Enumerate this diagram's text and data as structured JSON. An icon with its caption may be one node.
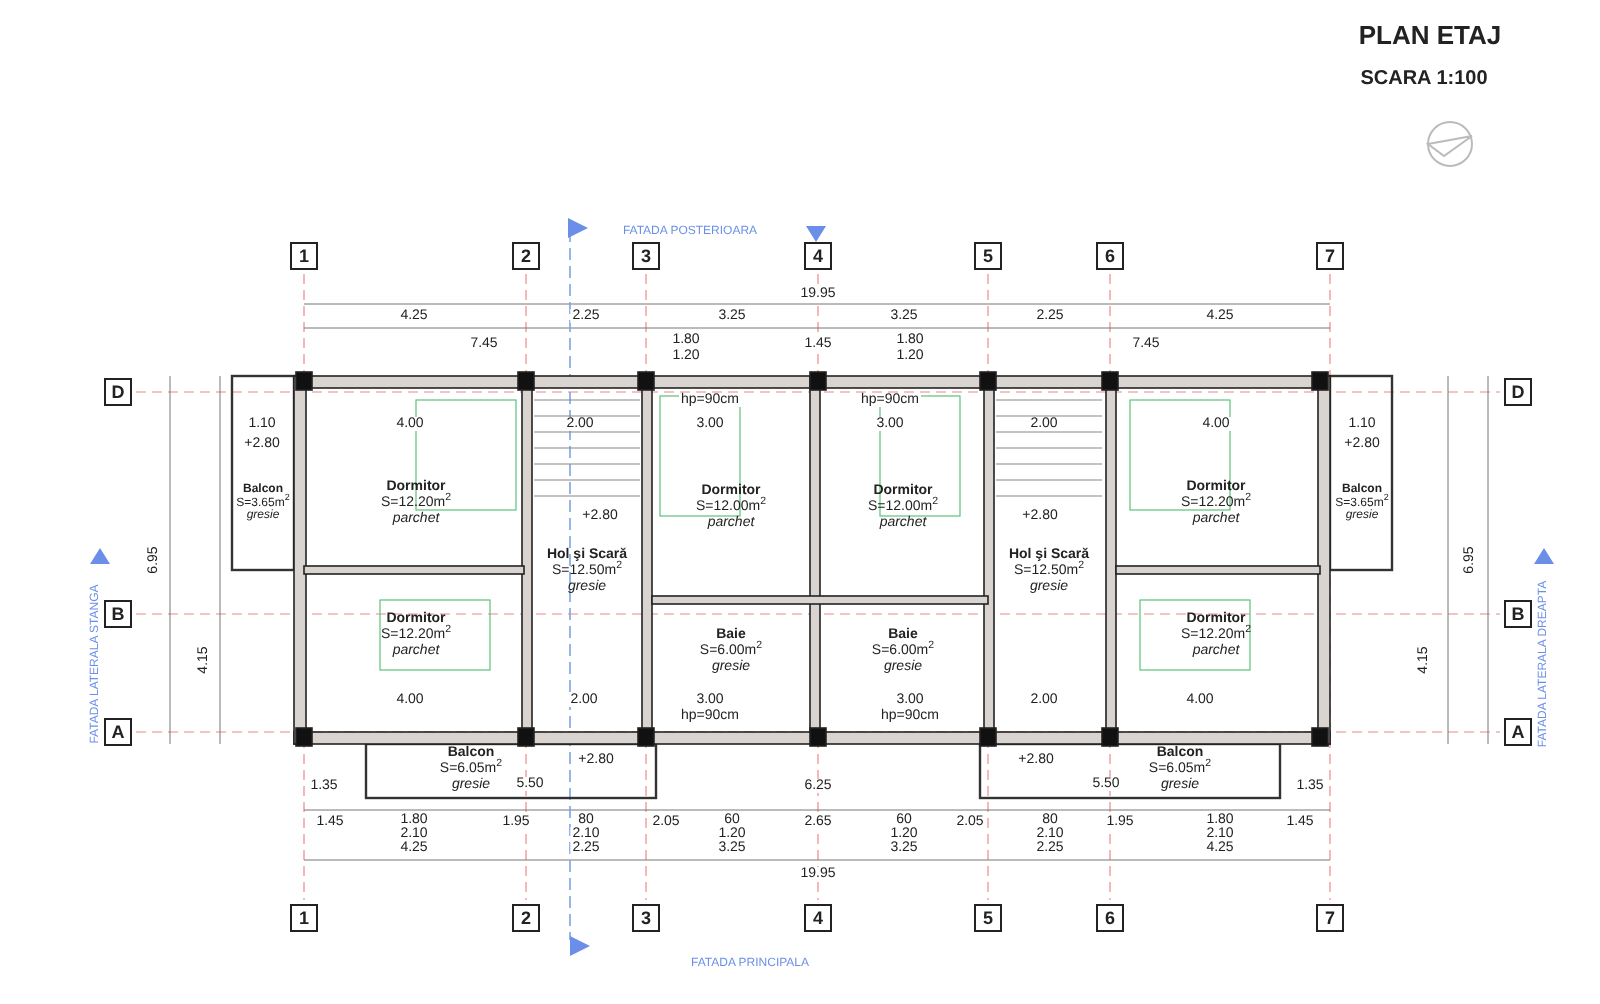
{
  "diagram": {
    "title": "PLAN ETAJ",
    "nodes": [
      {
        "text": [
          "1"
        ]
      },
      {
        "text": [
          "2"
        ]
      },
      {
        "text": [
          "3"
        ]
      },
      {
        "text": [
          "4"
        ]
      },
      {
        "text": [
          "5"
        ]
      },
      {
        "text": [
          "6"
        ]
      },
      {
        "text": [
          "7"
        ]
      },
      {
        "text": [
          "1"
        ]
      },
      {
        "text": [
          "2"
        ]
      },
      {
        "text": [
          "3"
        ]
      },
      {
        "text": [
          "4"
        ]
      },
      {
        "text": [
          "5"
        ]
      },
      {
        "text": [
          "6"
        ]
      },
      {
        "text": [
          "7"
        ]
      },
      {
        "text": [
          "D"
        ]
      },
      {
        "text": [
          "B"
        ]
      },
      {
        "text": [
          "A"
        ]
      },
      {
        "text": [
          "D"
        ]
      },
      {
        "text": [
          "B"
        ]
      },
      {
        "text": [
          "A"
        ]
      },
      {
        "text": [
          "Dormitor",
          "S=12.20m$^{2}$",
          "parchet"
        ]
      },
      {
        "text": [
          "Dormitor",
          "S=12.00m$^{2}$",
          "parchet"
        ]
      },
      {
        "text": [
          "Dormitor",
          "S=12.00m$^{2}$",
          "parchet"
        ]
      },
      {
        "text": [
          "Dormitor",
          "S=12.20m$^{2}$",
          "parchet"
        ]
      },
      {
        "text": [
          "Balcon",
          "S=3.65m$^{2}$",
          "gresie"
        ]
      },
      {
        "text": [
          "Balcon",
          "S=3.65m$^{2}$",
          "gresie"
        ]
      },
      {
        "text": [
          "Hol şi Scară",
          "S=12.50m$^{2}$",
          "gresie"
        ]
      },
      {
        "text": [
          "Hol şi Scară",
          "S=12.50m$^{2}$",
          "gresie"
        ]
      },
      {
        "text": [
          "Dormitor",
          "S=12.20m$^{2}$",
          "parchet"
        ]
      },
      {
        "text": [
          "Baie",
          "S=6.00m$^{2}$",
          "gresie"
        ]
      },
      {
        "text": [
          "Baie",
          "S=6.00m$^{2}$",
          "gresie"
        ]
      },
      {
        "text": [
          "Dormitor",
          "S=12.20m$^{2}$",
          "parchet"
        ]
      },
      {
        "text": [
          "Balcon",
          "S=6.05m$^{2}$",
          "gresie"
        ]
      },
      {
        "text": [
          "Balcon",
          "S=6.05m$^{2}$",
          "gresie"
        ]
      }
    ],
    "labels": [
      "SCARA 1:100",
      "FATADA POSTERIOARA",
      "19.95",
      "4.25",
      "2.25",
      "3.25",
      "3.25",
      "2.25",
      "4.25",
      "7.45",
      "1.80",
      "1.20",
      "1.45",
      "1.80",
      "1.20",
      "7.45",
      "hp=90cm",
      "hp=90cm",
      "1.10",
      "4.00",
      "2.00",
      "3.00",
      "3.00",
      "2.00",
      "4.00",
      "1.10",
      "+2.80",
      "+2.80",
      "+2.80",
      "+2.80",
      "FATADA LATERALA STANGA",
      "FATADA LATERALA DREAPTA",
      "6.95",
      "4.15",
      "6.95",
      "4.15",
      "4.00",
      "2.00",
      "3.00",
      "3.00",
      "2.00",
      "4.00",
      "hp=90cm",
      "hp=90cm",
      "+2.80",
      "+2.80",
      "1.35",
      "5.50",
      "6.25",
      "5.50",
      "1.35",
      "1.45",
      "1.80",
      "2.10",
      "4.25",
      "1.95",
      "80",
      "2.10",
      "2.25",
      "2.05",
      "60",
      "1.20",
      "3.25",
      "2.65",
      "60",
      "1.20",
      "3.25",
      "2.05",
      "80",
      "2.10",
      "2.25",
      "1.95",
      "1.80",
      "2.10",
      "4.25",
      "1.45",
      "19.95",
      "FATADA PRINCIPALA"
    ]
  }
}
